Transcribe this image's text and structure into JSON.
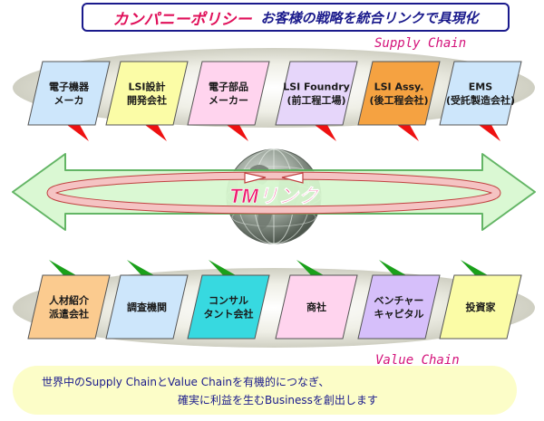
{
  "title": {
    "main": "カンパニーポリシー",
    "sub": "お客様の戦略を統合リンクで具現化"
  },
  "supply_chain": {
    "label": "Supply Chain",
    "boxes": [
      {
        "lines": [
          "電子機器",
          "メーカ"
        ],
        "fill": "#cde6fb"
      },
      {
        "lines": [
          "LSI設計",
          "開発会社"
        ],
        "fill": "#fbfca6"
      },
      {
        "lines": [
          "電子部品",
          "メーカー"
        ],
        "fill": "#ffd4ee"
      },
      {
        "lines": [
          "LSI Foundry",
          "(前工程工場)"
        ],
        "fill": "#e6d6fa"
      },
      {
        "lines": [
          "LSI Assy.",
          "(後工程会社)"
        ],
        "fill": "#f5a241"
      },
      {
        "lines": [
          "EMS",
          "(受託製造会社)"
        ],
        "fill": "#cde6fb"
      }
    ]
  },
  "value_chain": {
    "label": "Value Chain",
    "boxes": [
      {
        "lines": [
          "人材紹介",
          "派遣会社"
        ],
        "fill": "#fbcb8f"
      },
      {
        "lines": [
          "調査機関"
        ],
        "fill": "#cde6fb"
      },
      {
        "lines": [
          "コンサル",
          "タント会社"
        ],
        "fill": "#37d9e0"
      },
      {
        "lines": [
          "商社"
        ],
        "fill": "#ffd4ee"
      },
      {
        "lines": [
          "ベンチャー",
          "キャピタル"
        ],
        "fill": "#d6bffa"
      },
      {
        "lines": [
          "投資家"
        ],
        "fill": "#fbfca6"
      }
    ]
  },
  "center_label": "TMリンク",
  "footer": {
    "line1": "世界中のSupply ChainとValue Chainを有機的につなぎ、",
    "line2": "確実に利益を生むBusinessを創出します"
  },
  "colors": {
    "title_main": "#e0105a",
    "title_sub": "#1a1a8c",
    "chain_label": "#d4127a",
    "arrow_fill": "#d8f8d0",
    "arrow_stroke": "#58b05a",
    "ring_fill": "#f5c3c3",
    "ring_stroke": "#c04040",
    "supply_connector": "#ee1111",
    "value_connector": "#1aa01a",
    "footer_bg": "#fcfdc8",
    "footer_text": "#1a1a8c"
  }
}
